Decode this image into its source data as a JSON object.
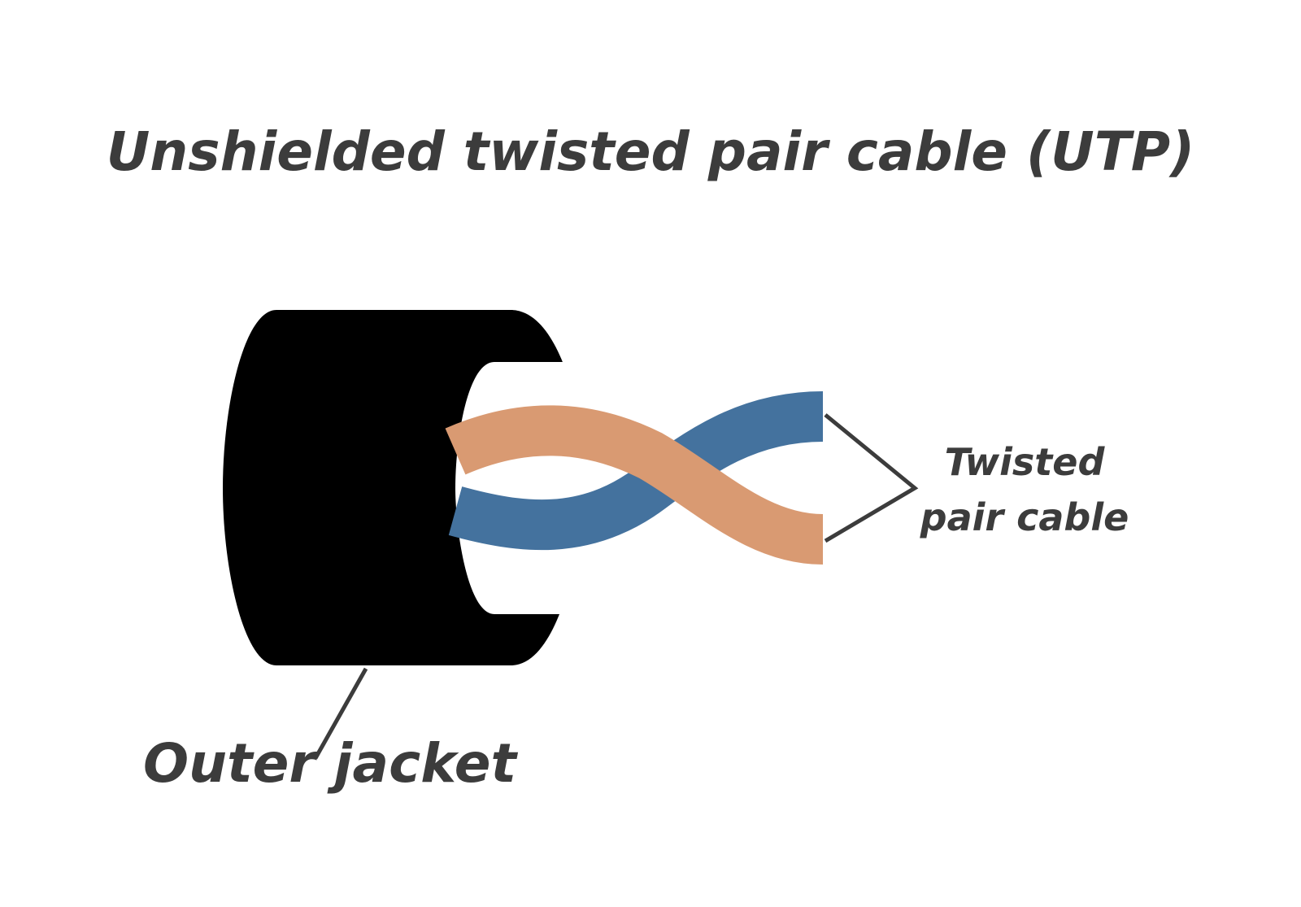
{
  "title": "Unshielded twisted pair cable (UTP)",
  "labels": {
    "outer_jacket": "Outer jacket",
    "twisted_pair_line1": "Twisted",
    "twisted_pair_line2": "pair cable"
  },
  "colors": {
    "jacket": "#000000",
    "wire_orange": "#d99a72",
    "wire_blue": "#44729e",
    "text": "#3c3c3c",
    "leader_line": "#3c3c3c"
  }
}
